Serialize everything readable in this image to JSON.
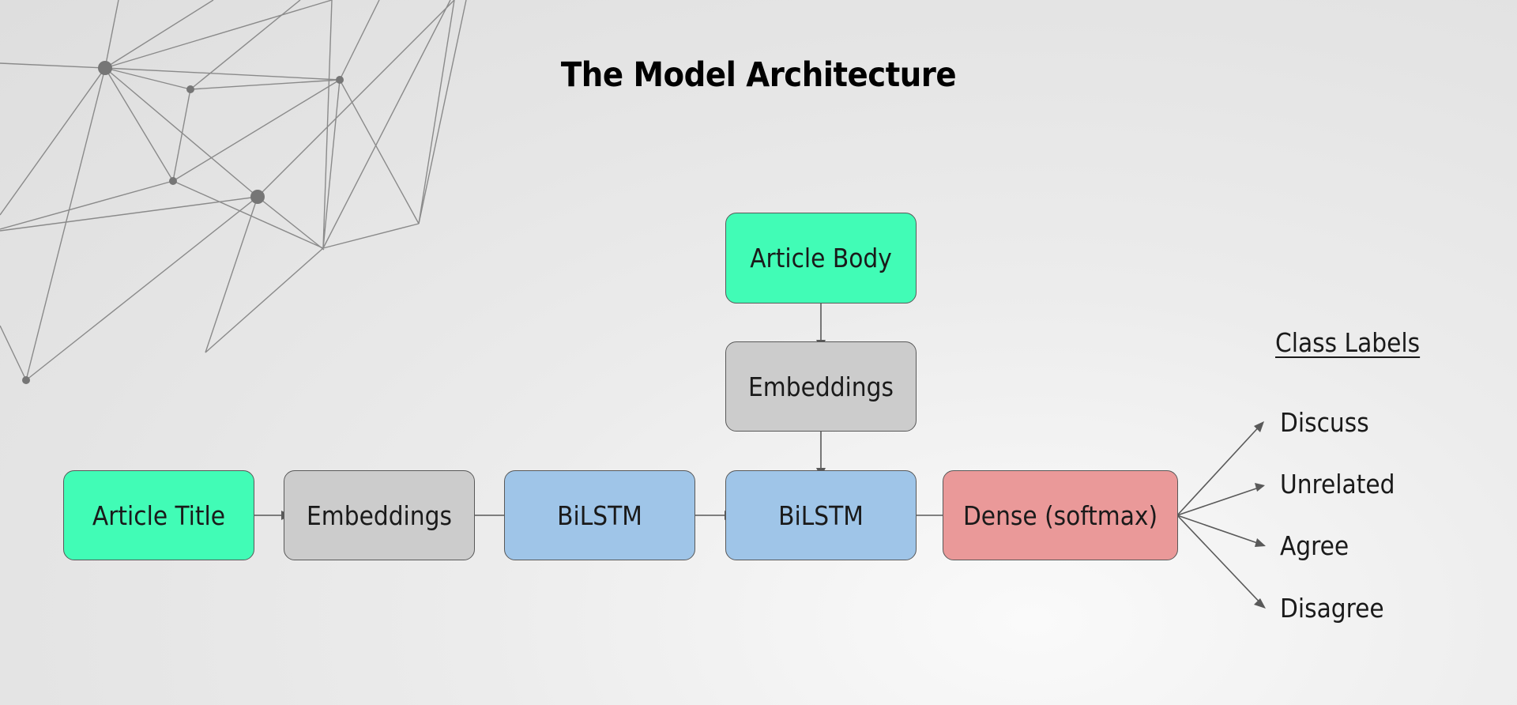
{
  "title": "The Model Architecture",
  "nodes": {
    "article_title": "Article Title",
    "embeddings_title": "Embeddings",
    "bilstm_1": "BiLSTM",
    "article_body": "Article Body",
    "embeddings_body": "Embeddings",
    "bilstm_2": "BiLSTM",
    "dense": "Dense (softmax)"
  },
  "class_labels": {
    "heading": "Class Labels",
    "items": [
      "Discuss",
      "Unrelated",
      "Agree",
      "Disagree"
    ]
  },
  "colors": {
    "input_node": "#41fcb6",
    "embedding_node": "#cccccc",
    "lstm_node": "#9fc5e8",
    "dense_node": "#ea9999",
    "arrow": "#595959",
    "decor_lines": "#8a8a8a"
  }
}
